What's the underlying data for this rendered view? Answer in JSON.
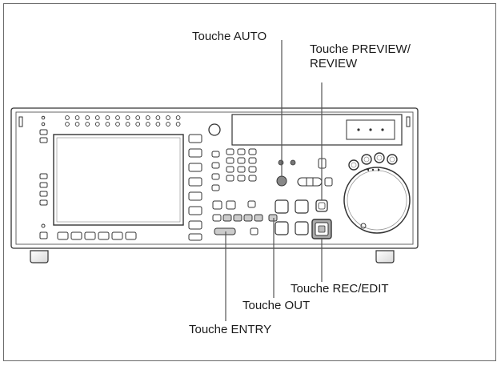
{
  "labels": {
    "auto": "Touche AUTO",
    "preview_line1": "Touche PREVIEW/",
    "preview_line2": "REVIEW",
    "rec_edit": "Touche REC/EDIT",
    "out": "Touche OUT",
    "entry": "Touche ENTRY"
  }
}
